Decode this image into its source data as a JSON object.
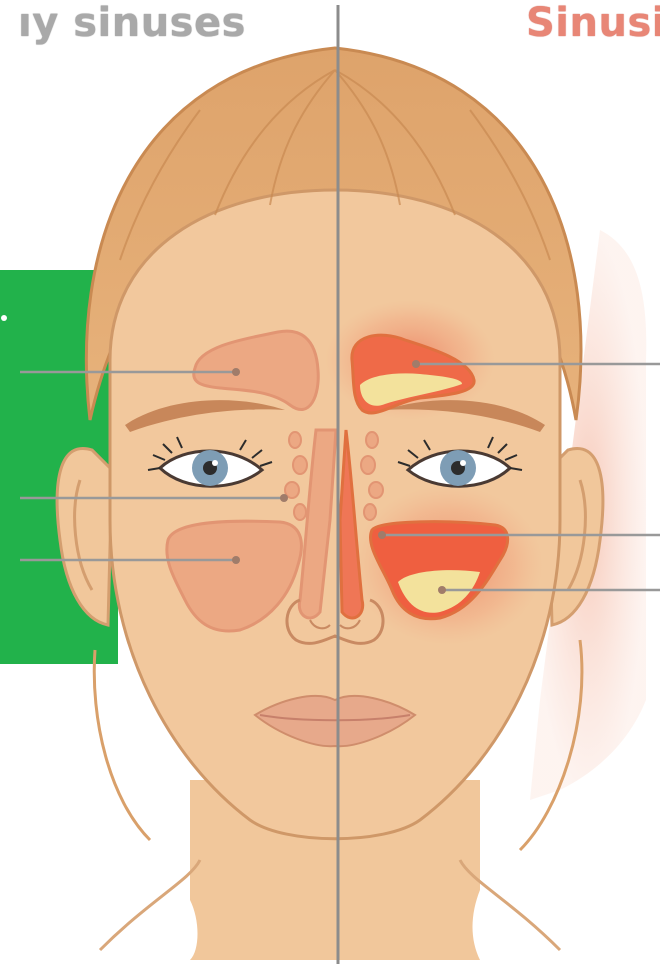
{
  "titles": {
    "left": "ıy sinuses",
    "right": "Sinusi"
  },
  "colors": {
    "skin": "#f1c79b",
    "skin_shadow": "#e0a774",
    "hair": "#e2a46b",
    "hair_dark": "#c98a52",
    "sinus_healthy": "#eca883",
    "sinus_inflamed": "#ee5a3a",
    "mucus": "#f3e29c",
    "green_panel": "#22b24b",
    "eye_iris": "#7e9db5",
    "brow": "#c8875a",
    "lips": "#e7a98b",
    "leader_line": "#999999"
  },
  "icons": {
    "left_half": "healthy-sinuses-illustration",
    "right_half": "inflamed-sinuses-illustration"
  }
}
